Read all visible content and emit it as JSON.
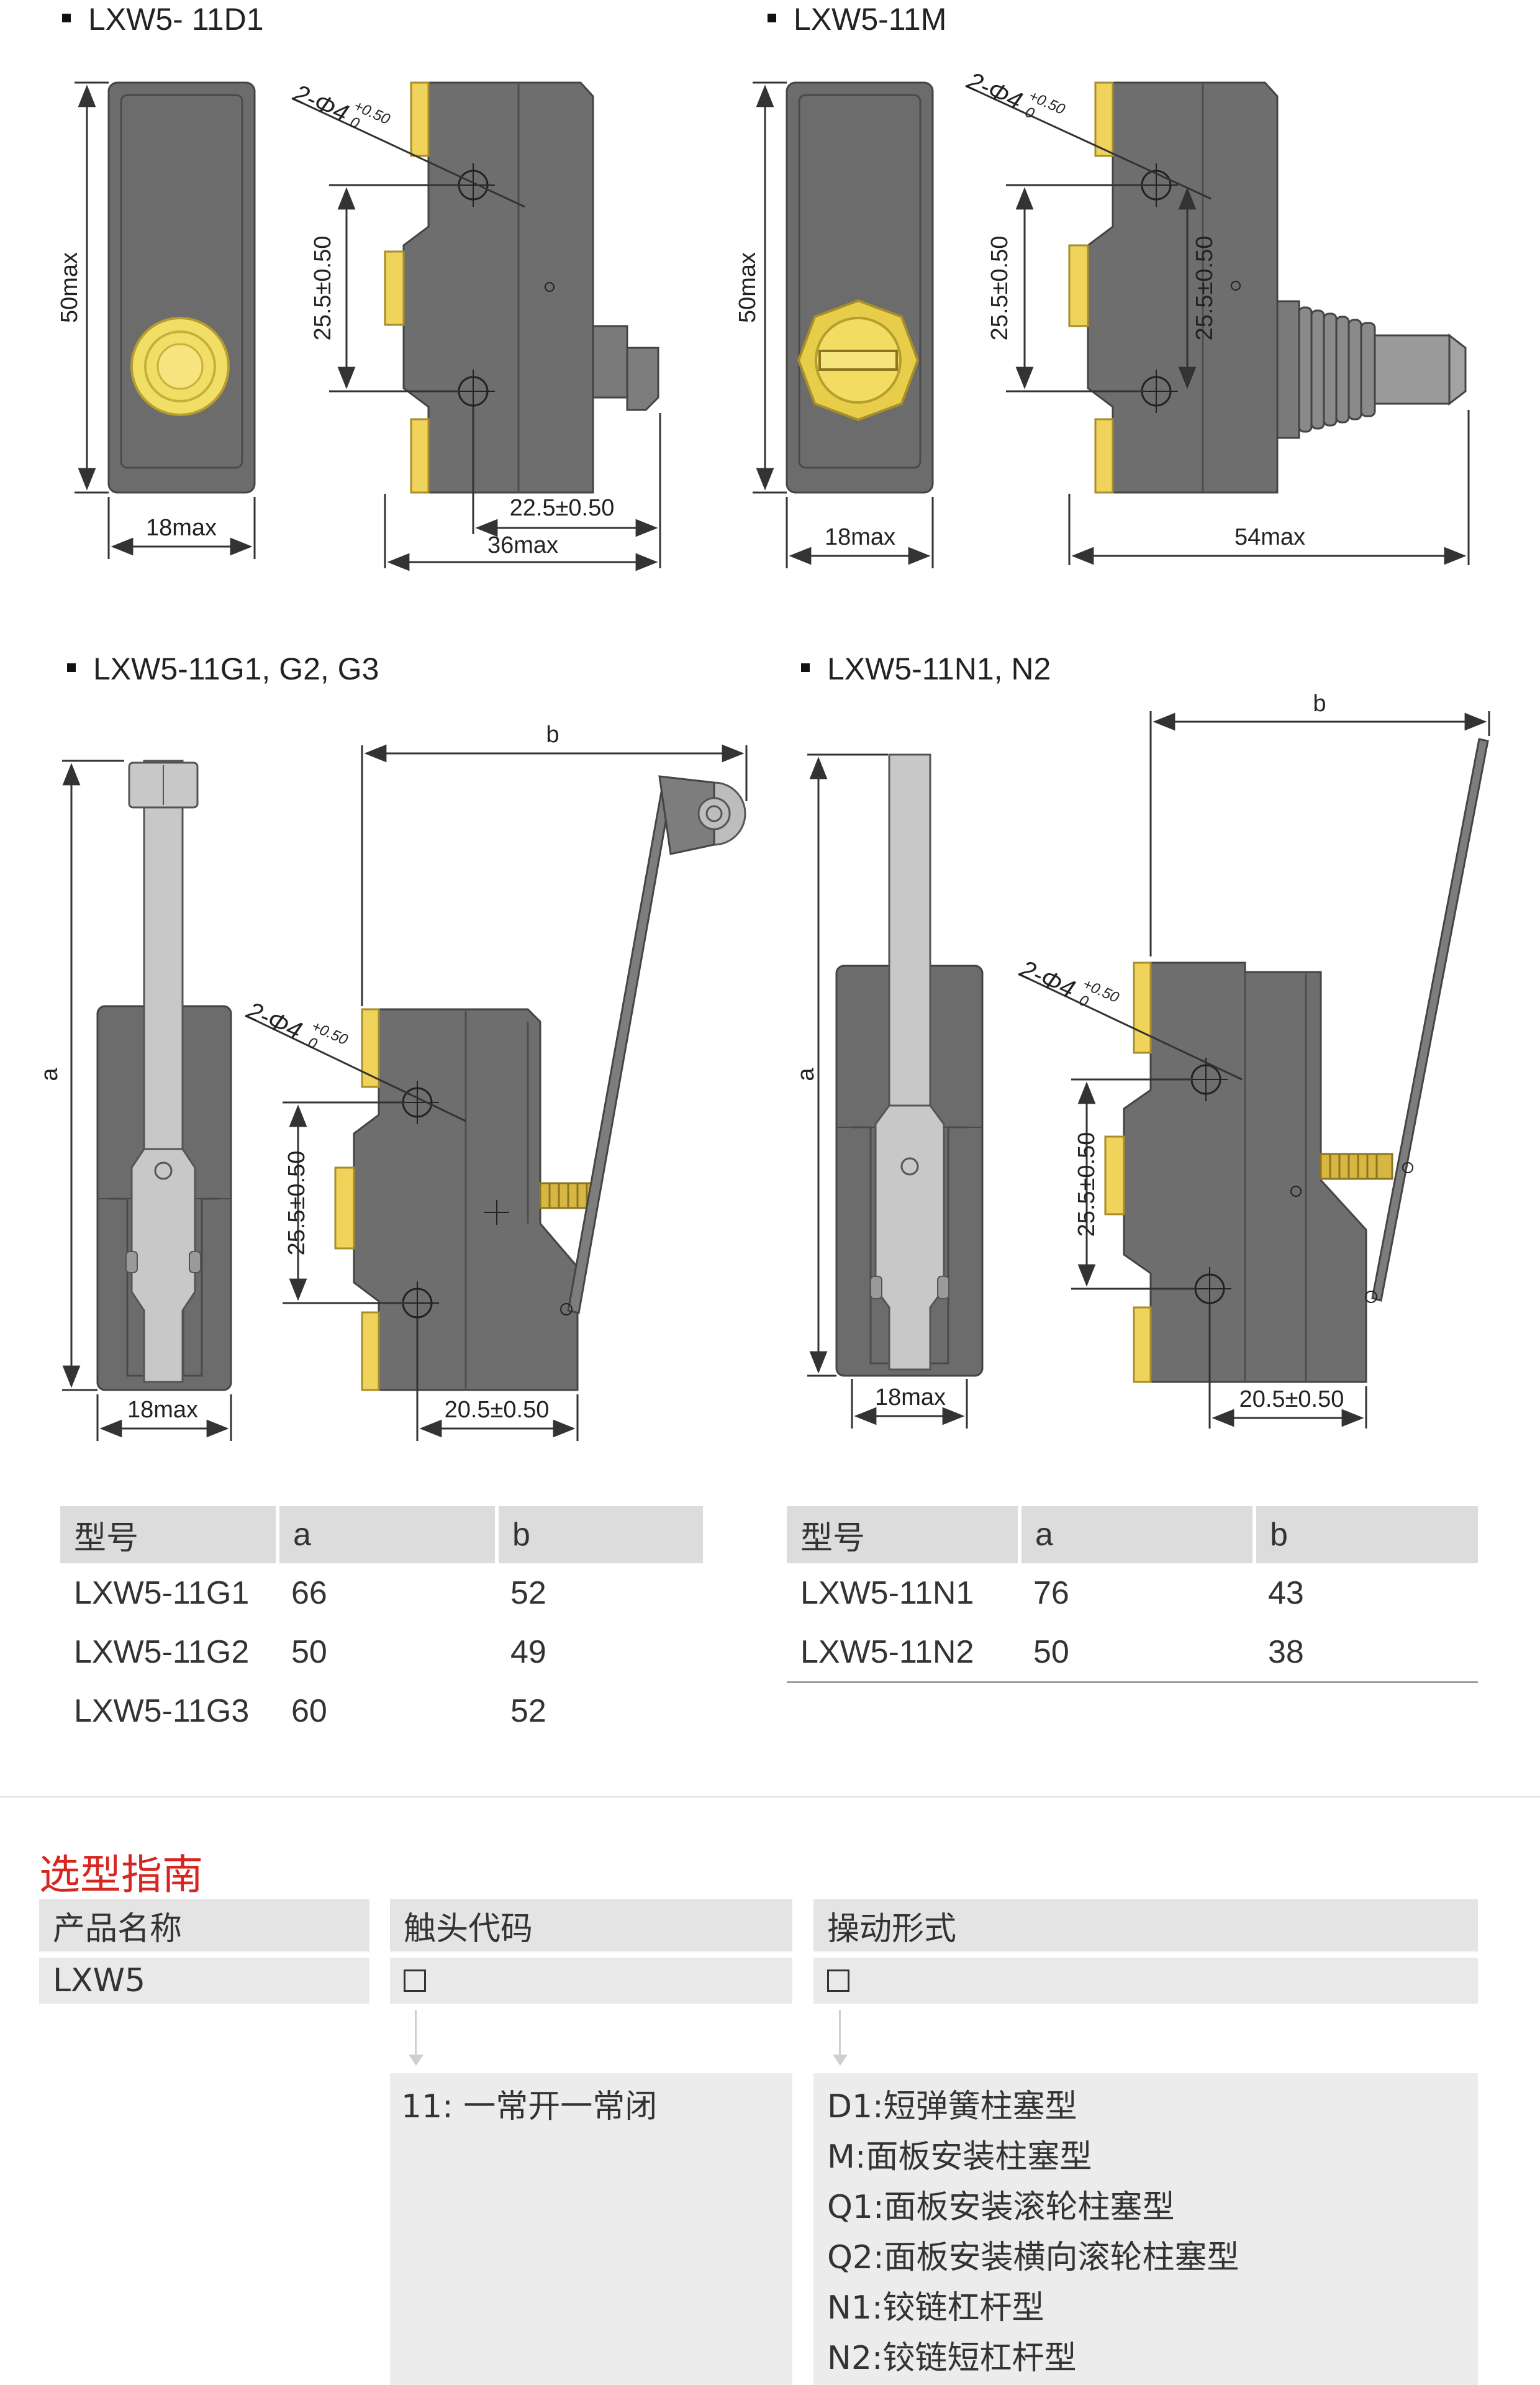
{
  "sections": {
    "d1": {
      "title": "LXW5- 11D1",
      "hole": "2-Φ4",
      "tol_top": "+0.50",
      "tol_bottom": "0",
      "height": "50max",
      "vspace": "25.5±0.50",
      "width": "18max",
      "offset": "22.5±0.50",
      "depth": "36max"
    },
    "m": {
      "title": "LXW5-11M",
      "hole": "2-Φ4",
      "tol_top": "+0.50",
      "tol_bottom": "0",
      "height": "50max",
      "vspace": "25.5±0.50",
      "vspace2": "25.5±0.50",
      "width": "18max",
      "depth": "54max"
    },
    "g": {
      "title": "LXW5-11G1, G2, G3",
      "hole": "2-Φ4",
      "tol_top": "+0.50",
      "tol_bottom": "0",
      "a": "a",
      "b": "b",
      "vspace": "25.5±0.50",
      "width": "18max",
      "offset": "20.5±0.50"
    },
    "n": {
      "title": "LXW5-11N1, N2",
      "hole": "2-Φ4",
      "tol_top": "+0.50",
      "tol_bottom": "0",
      "a": "a",
      "b": "b",
      "vspace": "25.5±0.50",
      "width": "18max",
      "offset": "20.5±0.50"
    }
  },
  "tables": {
    "g": {
      "headers": [
        "型号",
        "a",
        "b"
      ],
      "rows": [
        [
          "LXW5-11G1",
          "66",
          "52"
        ],
        [
          "LXW5-11G2",
          "50",
          "49"
        ],
        [
          "LXW5-11G3",
          "60",
          "52"
        ]
      ]
    },
    "n": {
      "headers": [
        "型号",
        "a",
        "b"
      ],
      "rows": [
        [
          "LXW5-11N1",
          "76",
          "43"
        ],
        [
          "LXW5-11N2",
          "50",
          "38"
        ]
      ]
    }
  },
  "guide": {
    "title": "选型指南",
    "headers": [
      "产品名称",
      "触头代码",
      "操动形式"
    ],
    "product": "LXW5",
    "contact_code": "11: 一常开一常闭",
    "actuators": [
      "D1:短弹簧柱塞型",
      "M:面板安装柱塞型",
      "Q1:面板安装滚轮柱塞型",
      "Q2:面板安装横向滚轮柱塞型",
      "N1:铰链杠杆型",
      "N2:铰链短杠杆型"
    ]
  },
  "colors": {
    "body": "#6e6e6e",
    "terminal": "#f2dc60",
    "accent_red": "#d7251f",
    "table_header": "#dcdcdc"
  }
}
